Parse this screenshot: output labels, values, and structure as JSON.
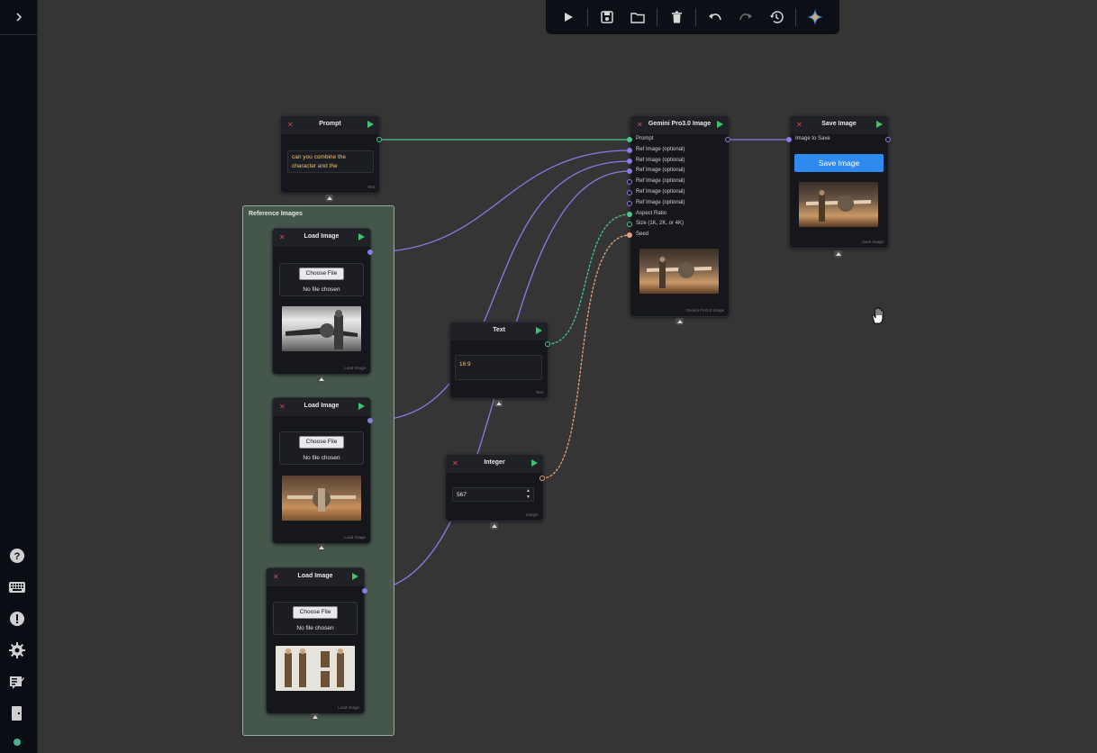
{
  "sidebar": {
    "expand_icon": "chevron-right-icon",
    "bottom_icons": [
      "help-icon",
      "keyboard-icon",
      "alert-icon",
      "gear-icon",
      "edit-list-icon",
      "exit-door-icon",
      "status-dot-icon"
    ]
  },
  "toolbar": {
    "icons": [
      "play-icon",
      "save-icon",
      "folder-icon",
      "trash-icon",
      "undo-icon",
      "redo-icon",
      "history-icon",
      "sparkle-icon"
    ]
  },
  "group": {
    "title": "Reference Images"
  },
  "prompt_node": {
    "title": "Prompt",
    "text": "can you combine the character and the",
    "footer": "Text"
  },
  "load_nodes": [
    {
      "title": "Load Image",
      "choose_label": "Choose File",
      "no_file": "No file chosen",
      "footer": "Load Image"
    },
    {
      "title": "Load Image",
      "choose_label": "Choose File",
      "no_file": "No file chosen",
      "footer": "Load Image"
    },
    {
      "title": "Load Image",
      "choose_label": "Choose File",
      "no_file": "No file chosen",
      "footer": "Load Image"
    }
  ],
  "text_node": {
    "title": "Text",
    "value": "16:9",
    "footer": "Text"
  },
  "integer_node": {
    "title": "Integer",
    "value": "567",
    "footer": "Integer"
  },
  "gemini_node": {
    "title": "Gemini Pro3.0 Image",
    "inputs": [
      "Prompt",
      "Ref Image (optional)",
      "Ref Image (optional)",
      "Ref Image (optional)",
      "Ref Image (optional)",
      "Ref Image (optional)",
      "Ref Image (optional)",
      "Aspect Ratio",
      "Size (1K, 2K, or 4K)",
      "Seed"
    ],
    "footer": "Gemini Pro3.0 Image"
  },
  "save_node": {
    "title": "Save Image",
    "input": "Image to Save",
    "button": "Save Image",
    "footer": "Save Image"
  },
  "colors": {
    "background": "#353535",
    "group_fill": "#45574a",
    "string_wire": "#46c98a",
    "image_wire": "#8c7ae6",
    "int_wire": "#e8a07a",
    "save_button": "#2f8aef"
  }
}
